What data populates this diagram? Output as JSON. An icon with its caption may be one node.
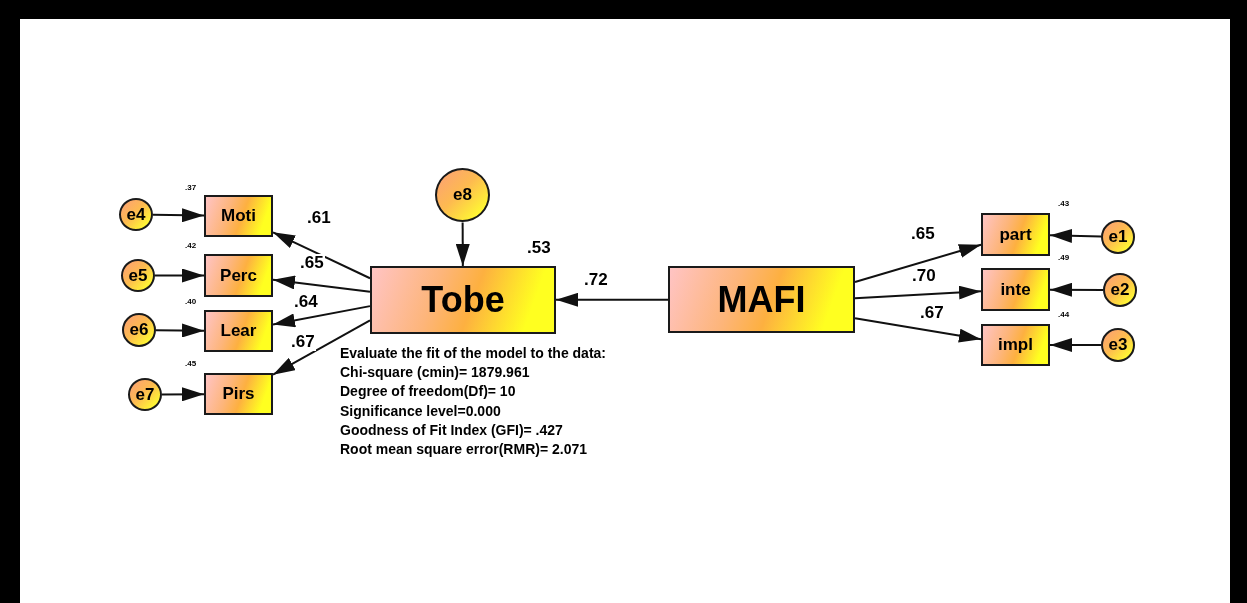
{
  "diagram": {
    "nodes": [
      {
        "text": [
          "e4"
        ]
      },
      {
        "text": [
          "Moti"
        ],
        "beside": [
          ".37"
        ]
      },
      {
        "text": [
          "e5"
        ]
      },
      {
        "text": [
          "Perc"
        ],
        "beside": [
          ".42"
        ]
      },
      {
        "text": [
          "e6"
        ]
      },
      {
        "text": [
          "Lear"
        ],
        "beside": [
          ".40"
        ]
      },
      {
        "text": [
          "e7"
        ]
      },
      {
        "text": [
          "Pirs"
        ],
        "beside": [
          ".45"
        ]
      },
      {
        "text": [
          "e8"
        ]
      },
      {
        "text": [
          "Tobe"
        ],
        "beside": [
          ".53"
        ]
      },
      {
        "text": [
          "MAFI"
        ]
      },
      {
        "text": [
          "part"
        ],
        "beside": [
          ".43"
        ]
      },
      {
        "text": [
          "e1"
        ]
      },
      {
        "text": [
          "inte"
        ],
        "beside": [
          ".49"
        ]
      },
      {
        "text": [
          "e2"
        ]
      },
      {
        "text": [
          "impl"
        ],
        "beside": [
          ".44"
        ]
      },
      {
        "text": [
          "e3"
        ]
      }
    ],
    "edges": [
      {
        "from": 0,
        "to": 1,
        "arrow": "to"
      },
      {
        "from": 2,
        "to": 3,
        "arrow": "to"
      },
      {
        "from": 4,
        "to": 5,
        "arrow": "to"
      },
      {
        "from": 6,
        "to": 7,
        "arrow": "to"
      },
      {
        "from": 9,
        "to": 1,
        "arrow": "to",
        "label": ".61"
      },
      {
        "from": 9,
        "to": 3,
        "arrow": "to",
        "label": ".65"
      },
      {
        "from": 9,
        "to": 5,
        "arrow": "to",
        "label": ".64"
      },
      {
        "from": 9,
        "to": 7,
        "arrow": "to",
        "label": ".67"
      },
      {
        "from": 8,
        "to": 9,
        "arrow": "to"
      },
      {
        "from": 10,
        "to": 9,
        "arrow": "to",
        "label": ".72"
      },
      {
        "from": 10,
        "to": 11,
        "arrow": "to",
        "label": ".65"
      },
      {
        "from": 10,
        "to": 13,
        "arrow": "to",
        "label": ".70"
      },
      {
        "from": 10,
        "to": 15,
        "arrow": "to",
        "label": ".67"
      },
      {
        "from": 12,
        "to": 11,
        "arrow": "to"
      },
      {
        "from": 14,
        "to": 13,
        "arrow": "to"
      },
      {
        "from": 16,
        "to": 15,
        "arrow": "to"
      }
    ],
    "labels": [
      "Evaluate the fit of the model to the data:",
      "Chi-square (cmin)= 1879.961",
      "Degree of freedom(Df)= 10",
      "Significance level=0.000",
      "Goodness of Fit Index (GFI)= .427",
      "Root mean square error(RMR)= 2.071"
    ]
  }
}
